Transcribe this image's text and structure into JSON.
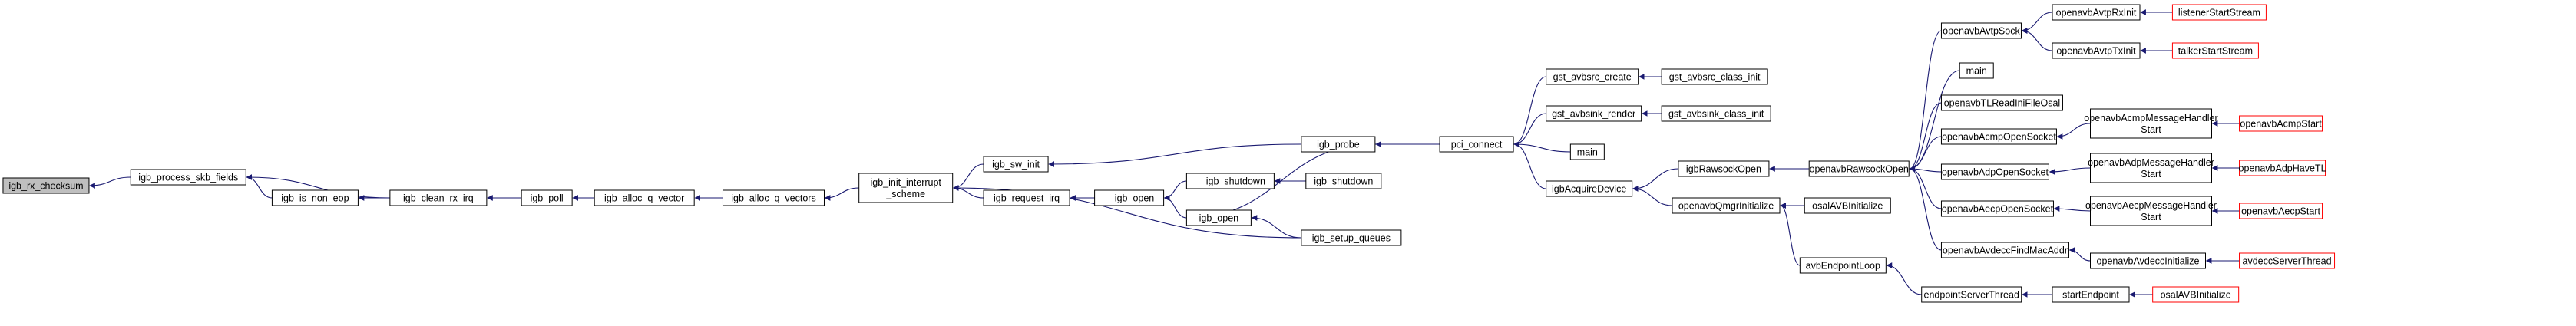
{
  "diagram": {
    "type": "call-graph",
    "direction": "callers-to-the-right",
    "colors": {
      "root_fill": "#bfbfbf",
      "node_border": "#000000",
      "external_border": "#ff0000",
      "edge": "#191970",
      "background": "#ffffff"
    },
    "nodes": [
      {
        "id": "n_igb_rx_checksum",
        "label": "igb_rx_checksum",
        "kind": "root"
      },
      {
        "id": "n_igb_process_skb_fields",
        "label": "igb_process_skb_fields",
        "kind": "normal"
      },
      {
        "id": "n_igb_is_non_eop",
        "label": "igb_is_non_eop",
        "kind": "normal"
      },
      {
        "id": "n_igb_clean_rx_irq",
        "label": "igb_clean_rx_irq",
        "kind": "normal"
      },
      {
        "id": "n_igb_poll",
        "label": "igb_poll",
        "kind": "normal"
      },
      {
        "id": "n_igb_alloc_q_vector",
        "label": "igb_alloc_q_vector",
        "kind": "normal"
      },
      {
        "id": "n_igb_alloc_q_vectors",
        "label": "igb_alloc_q_vectors",
        "kind": "normal"
      },
      {
        "id": "n_igb_init_interrupt_scheme",
        "label": "igb_init_interrupt\n_scheme",
        "kind": "normal"
      },
      {
        "id": "n_igb_sw_init",
        "label": "igb_sw_init",
        "kind": "normal"
      },
      {
        "id": "n_igb_request_irq",
        "label": "igb_request_irq",
        "kind": "normal"
      },
      {
        "id": "n___igb_open",
        "label": "__igb_open",
        "kind": "normal"
      },
      {
        "id": "n___igb_shutdown",
        "label": "__igb_shutdown",
        "kind": "normal"
      },
      {
        "id": "n_igb_open",
        "label": "igb_open",
        "kind": "normal"
      },
      {
        "id": "n_igb_shutdown",
        "label": "igb_shutdown",
        "kind": "normal"
      },
      {
        "id": "n_igb_probe",
        "label": "igb_probe",
        "kind": "normal"
      },
      {
        "id": "n_igb_setup_queues",
        "label": "igb_setup_queues",
        "kind": "normal"
      },
      {
        "id": "n_pci_connect",
        "label": "pci_connect",
        "kind": "normal"
      },
      {
        "id": "n_gst_avbsrc_create",
        "label": "gst_avbsrc_create",
        "kind": "normal"
      },
      {
        "id": "n_gst_avbsrc_class_init",
        "label": "gst_avbsrc_class_init",
        "kind": "normal"
      },
      {
        "id": "n_gst_avbsink_render",
        "label": "gst_avbsink_render",
        "kind": "normal"
      },
      {
        "id": "n_gst_avbsink_class_init",
        "label": "gst_avbsink_class_init",
        "kind": "normal"
      },
      {
        "id": "n_main1",
        "label": "main",
        "kind": "normal"
      },
      {
        "id": "n_igbAcquireDevice",
        "label": "igbAcquireDevice",
        "kind": "normal"
      },
      {
        "id": "n_igbRawsockOpen",
        "label": "igbRawsockOpen",
        "kind": "normal"
      },
      {
        "id": "n_openavbQmgrInitialize",
        "label": "openavbQmgrInitialize",
        "kind": "normal"
      },
      {
        "id": "n_osalAVBInitialize1",
        "label": "osalAVBInitialize",
        "kind": "normal"
      },
      {
        "id": "n_avbEndpointLoop",
        "label": "avbEndpointLoop",
        "kind": "normal"
      },
      {
        "id": "n_endpointServerThread",
        "label": "endpointServerThread",
        "kind": "normal"
      },
      {
        "id": "n_startEndpoint",
        "label": "startEndpoint",
        "kind": "normal"
      },
      {
        "id": "n_osalAVBInitialize2",
        "label": "osalAVBInitialize",
        "kind": "external"
      },
      {
        "id": "n_openavbRawsockOpen",
        "label": "openavbRawsockOpen",
        "kind": "normal"
      },
      {
        "id": "n_openavbAvtpSock",
        "label": "openavbAvtpSock",
        "kind": "normal"
      },
      {
        "id": "n_openavbAvtpRxInit",
        "label": "openavbAvtpRxInit",
        "kind": "normal"
      },
      {
        "id": "n_listenerStartStream",
        "label": "listenerStartStream",
        "kind": "external"
      },
      {
        "id": "n_openavbAvtpTxInit",
        "label": "openavbAvtpTxInit",
        "kind": "normal"
      },
      {
        "id": "n_talkerStartStream",
        "label": "talkerStartStream",
        "kind": "external"
      },
      {
        "id": "n_main2",
        "label": "main",
        "kind": "normal"
      },
      {
        "id": "n_openavbTLReadIniFileOsal",
        "label": "openavbTLReadIniFileOsal",
        "kind": "normal"
      },
      {
        "id": "n_openavbAcmpOpenSocket",
        "label": "openavbAcmpOpenSocket",
        "kind": "normal"
      },
      {
        "id": "n_openavbAcmpMessageHandlerStart",
        "label": "openavbAcmpMessageHandler\nStart",
        "kind": "normal"
      },
      {
        "id": "n_openavbAcmpStart",
        "label": "openavbAcmpStart",
        "kind": "external"
      },
      {
        "id": "n_openavbAdpOpenSocket",
        "label": "openavbAdpOpenSocket",
        "kind": "normal"
      },
      {
        "id": "n_openavbAdpMessageHandlerStart",
        "label": "openavbAdpMessageHandler\nStart",
        "kind": "normal"
      },
      {
        "id": "n_openavbAdpHaveTL",
        "label": "openavbAdpHaveTL",
        "kind": "external"
      },
      {
        "id": "n_openavbAecpOpenSocket",
        "label": "openavbAecpOpenSocket",
        "kind": "normal"
      },
      {
        "id": "n_openavbAecpMessageHandlerStart",
        "label": "openavbAecpMessageHandler\nStart",
        "kind": "normal"
      },
      {
        "id": "n_openavbAecpStart",
        "label": "openavbAecpStart",
        "kind": "external"
      },
      {
        "id": "n_openavbAvdeccFindMacAddr",
        "label": "openavbAvdeccFindMacAddr",
        "kind": "normal"
      },
      {
        "id": "n_openavbAvdeccInitialize",
        "label": "openavbAvdeccInitialize",
        "kind": "normal"
      },
      {
        "id": "n_avdeccServerThread",
        "label": "avdeccServerThread",
        "kind": "external"
      }
    ],
    "edges": [
      {
        "from": "n_igb_process_skb_fields",
        "to": "n_igb_rx_checksum"
      },
      {
        "from": "n_igb_is_non_eop",
        "to": "n_igb_process_skb_fields"
      },
      {
        "from": "n_igb_clean_rx_irq",
        "to": "n_igb_process_skb_fields"
      },
      {
        "from": "n_igb_clean_rx_irq",
        "to": "n_igb_is_non_eop"
      },
      {
        "from": "n_igb_poll",
        "to": "n_igb_clean_rx_irq"
      },
      {
        "from": "n_igb_alloc_q_vector",
        "to": "n_igb_poll"
      },
      {
        "from": "n_igb_alloc_q_vectors",
        "to": "n_igb_alloc_q_vector"
      },
      {
        "from": "n_igb_init_interrupt_scheme",
        "to": "n_igb_alloc_q_vectors"
      },
      {
        "from": "n_igb_sw_init",
        "to": "n_igb_init_interrupt_scheme"
      },
      {
        "from": "n_igb_request_irq",
        "to": "n_igb_init_interrupt_scheme"
      },
      {
        "from": "n_igb_setup_queues",
        "to": "n_igb_init_interrupt_scheme"
      },
      {
        "from": "n___igb_open",
        "to": "n_igb_request_irq"
      },
      {
        "from": "n___igb_shutdown",
        "to": "n___igb_open"
      },
      {
        "from": "n_igb_open",
        "to": "n___igb_open"
      },
      {
        "from": "n_igb_shutdown",
        "to": "n___igb_shutdown"
      },
      {
        "from": "n_igb_probe",
        "to": "n_igb_sw_init"
      },
      {
        "from": "n_igb_open",
        "to": "n_igb_probe"
      },
      {
        "from": "n_igb_setup_queues",
        "to": "n_igb_open"
      },
      {
        "from": "n_pci_connect",
        "to": "n_igb_probe"
      },
      {
        "from": "n_gst_avbsrc_create",
        "to": "n_pci_connect"
      },
      {
        "from": "n_gst_avbsink_render",
        "to": "n_pci_connect"
      },
      {
        "from": "n_main1",
        "to": "n_pci_connect"
      },
      {
        "from": "n_igbAcquireDevice",
        "to": "n_pci_connect"
      },
      {
        "from": "n_gst_avbsrc_class_init",
        "to": "n_gst_avbsrc_create"
      },
      {
        "from": "n_gst_avbsink_class_init",
        "to": "n_gst_avbsink_render"
      },
      {
        "from": "n_igbRawsockOpen",
        "to": "n_igbAcquireDevice"
      },
      {
        "from": "n_openavbQmgrInitialize",
        "to": "n_igbAcquireDevice"
      },
      {
        "from": "n_openavbRawsockOpen",
        "to": "n_igbRawsockOpen"
      },
      {
        "from": "n_osalAVBInitialize1",
        "to": "n_openavbQmgrInitialize"
      },
      {
        "from": "n_avbEndpointLoop",
        "to": "n_openavbQmgrInitialize"
      },
      {
        "from": "n_endpointServerThread",
        "to": "n_avbEndpointLoop"
      },
      {
        "from": "n_startEndpoint",
        "to": "n_endpointServerThread"
      },
      {
        "from": "n_osalAVBInitialize2",
        "to": "n_startEndpoint"
      },
      {
        "from": "n_openavbAvtpSock",
        "to": "n_openavbRawsockOpen"
      },
      {
        "from": "n_main2",
        "to": "n_openavbRawsockOpen"
      },
      {
        "from": "n_openavbTLReadIniFileOsal",
        "to": "n_openavbRawsockOpen"
      },
      {
        "from": "n_openavbAcmpOpenSocket",
        "to": "n_openavbRawsockOpen"
      },
      {
        "from": "n_openavbAdpOpenSocket",
        "to": "n_openavbRawsockOpen"
      },
      {
        "from": "n_openavbAecpOpenSocket",
        "to": "n_openavbRawsockOpen"
      },
      {
        "from": "n_openavbAvdeccFindMacAddr",
        "to": "n_openavbRawsockOpen"
      },
      {
        "from": "n_openavbAvtpRxInit",
        "to": "n_openavbAvtpSock"
      },
      {
        "from": "n_openavbAvtpTxInit",
        "to": "n_openavbAvtpSock"
      },
      {
        "from": "n_listenerStartStream",
        "to": "n_openavbAvtpRxInit"
      },
      {
        "from": "n_talkerStartStream",
        "to": "n_openavbAvtpTxInit"
      },
      {
        "from": "n_openavbAcmpMessageHandlerStart",
        "to": "n_openavbAcmpOpenSocket"
      },
      {
        "from": "n_openavbAcmpStart",
        "to": "n_openavbAcmpMessageHandlerStart"
      },
      {
        "from": "n_openavbAdpMessageHandlerStart",
        "to": "n_openavbAdpOpenSocket"
      },
      {
        "from": "n_openavbAdpHaveTL",
        "to": "n_openavbAdpMessageHandlerStart"
      },
      {
        "from": "n_openavbAecpMessageHandlerStart",
        "to": "n_openavbAecpOpenSocket"
      },
      {
        "from": "n_openavbAecpStart",
        "to": "n_openavbAecpMessageHandlerStart"
      },
      {
        "from": "n_openavbAvdeccInitialize",
        "to": "n_openavbAvdeccFindMacAddr"
      },
      {
        "from": "n_avdeccServerThread",
        "to": "n_openavbAvdeccInitialize"
      }
    ]
  }
}
